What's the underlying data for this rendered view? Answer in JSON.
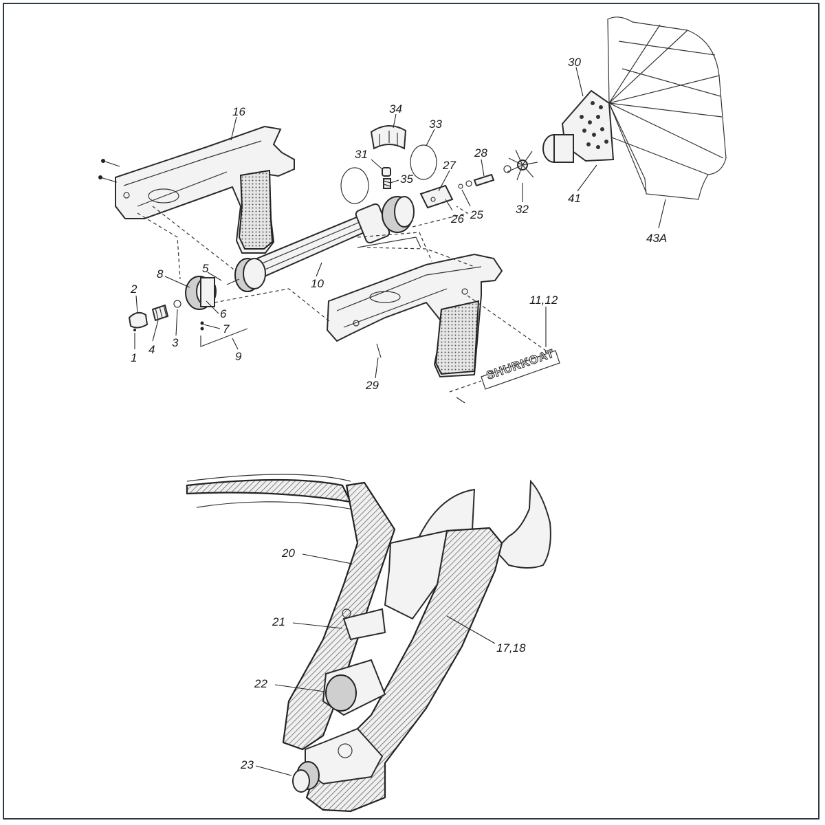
{
  "labels": {
    "l16": "16",
    "l34": "34",
    "l33": "33",
    "l31": "31",
    "l35": "35",
    "l27": "27",
    "l28": "28",
    "l30": "30",
    "l32": "32",
    "l41": "41",
    "l43a": "43A",
    "l26": "26",
    "l25": "25",
    "l10": "10",
    "l5": "5",
    "l8": "8",
    "l2": "2",
    "l3": "3",
    "l4": "4",
    "l1": "1",
    "l6": "6",
    "l7": "7",
    "l9": "9",
    "l29": "29",
    "l1112": "11,12",
    "l20": "20",
    "l21": "21",
    "l22": "22",
    "l23": "23",
    "l1718": "17,18"
  },
  "decal_text": "SHURKOAT",
  "colors": {
    "ink": "#222222",
    "frame": "#2a3a45",
    "paper": "#ffffff"
  }
}
